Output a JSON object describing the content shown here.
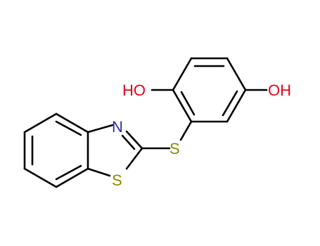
{
  "molecule": {
    "atoms": {
      "oh_left": "HO",
      "oh_right": "OH",
      "nitrogen": "N",
      "sulfur_thioether": "S",
      "sulfur_ring": "S"
    },
    "colors": {
      "bond": "#000000",
      "oxygen": "#e4001c",
      "nitrogen": "#2b2ba8",
      "sulfur": "#8a8a00",
      "background": "#ffffff"
    }
  }
}
